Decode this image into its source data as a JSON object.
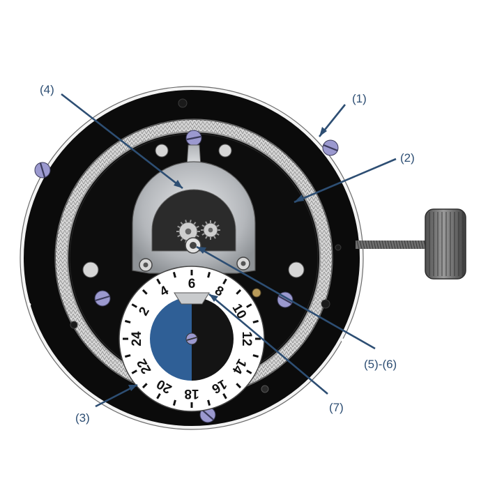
{
  "callouts": [
    {
      "id": "1",
      "label": "(1)"
    },
    {
      "id": "2",
      "label": "(2)"
    },
    {
      "id": "3",
      "label": "(3)"
    },
    {
      "id": "4",
      "label": "(4)"
    },
    {
      "id": "5-6",
      "label": "(5)-(6)"
    },
    {
      "id": "7",
      "label": "(7)"
    }
  ],
  "dial": {
    "numbers": [
      "2",
      "4",
      "6",
      "8",
      "10",
      "12",
      "14",
      "16",
      "18",
      "20",
      "22",
      "24"
    ]
  },
  "colors": {
    "callout": "#2d4e73",
    "plate": "#0b0b0b",
    "dial_blue": "#2f5f96",
    "dial_black": "#141414",
    "steel": "#b9bcc0",
    "screw": "#9b99cf"
  }
}
